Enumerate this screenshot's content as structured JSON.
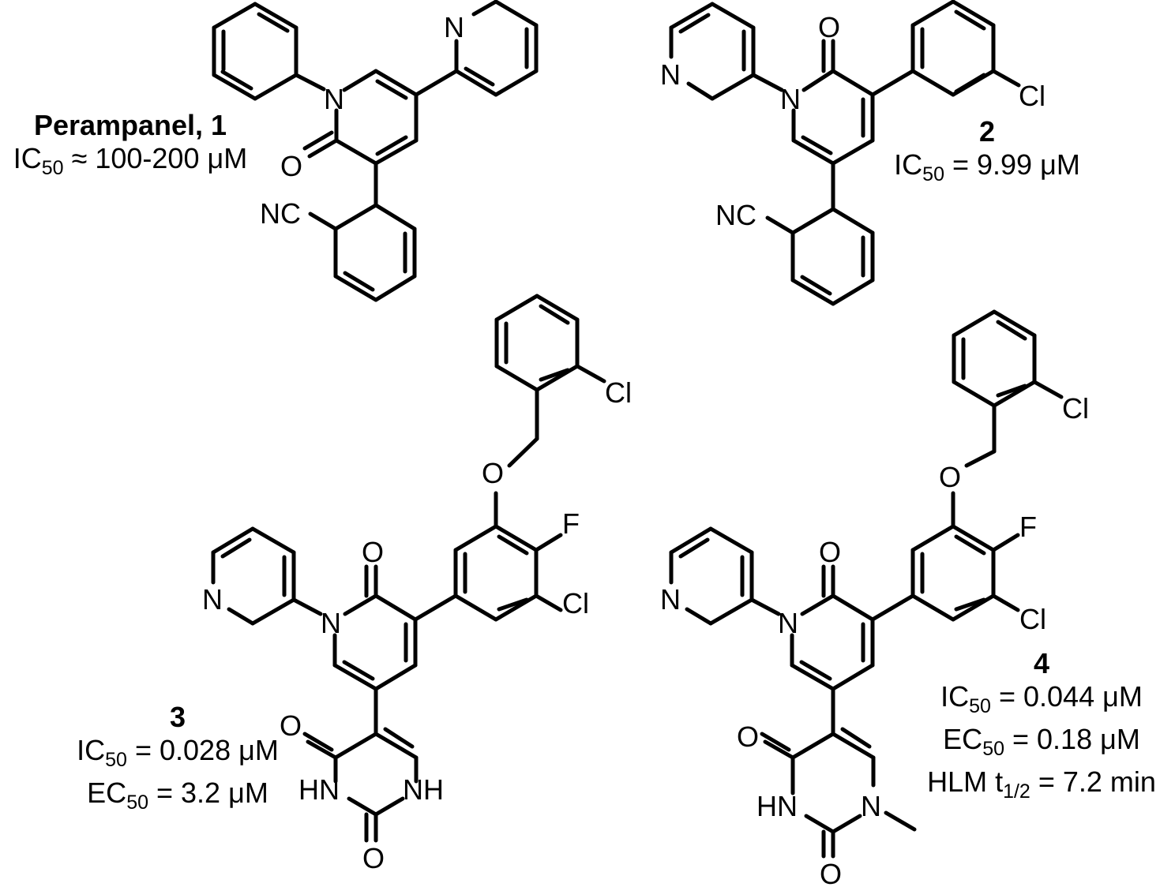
{
  "compounds": [
    {
      "name": "Perampanel, 1",
      "lines": [
        {
          "prefix": "IC",
          "sub": "50",
          "rest": " ≈ 100-200 μM"
        }
      ]
    },
    {
      "name": "2",
      "lines": [
        {
          "prefix": "IC",
          "sub": "50",
          "rest": " = 9.99 μM"
        }
      ]
    },
    {
      "name": "3",
      "lines": [
        {
          "prefix": "IC",
          "sub": "50",
          "rest": " = 0.028 μM"
        },
        {
          "prefix": "EC",
          "sub": "50",
          "rest": " = 3.2 μM"
        }
      ]
    },
    {
      "name": "4",
      "lines": [
        {
          "prefix": "IC",
          "sub": "50",
          "rest": " = 0.044 μM"
        },
        {
          "prefix": "EC",
          "sub": "50",
          "rest": " = 0.18 μM"
        },
        {
          "prefix": "HLM t",
          "sub": "1/2",
          "rest": " = 7.2 min"
        }
      ]
    }
  ],
  "atom_labels": {
    "N": "N",
    "O": "O",
    "NC": "NC",
    "Cl": "Cl",
    "F": "F",
    "HN": "HN",
    "NH": "NH"
  }
}
